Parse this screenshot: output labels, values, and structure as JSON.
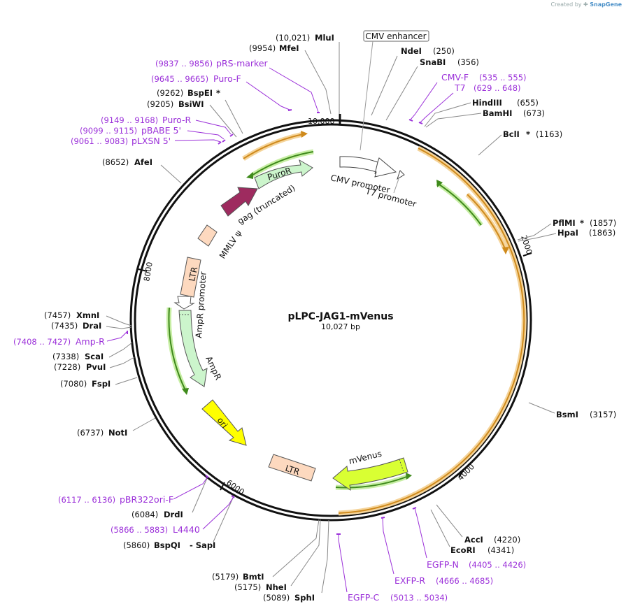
{
  "credit": {
    "prefix": "Created by",
    "brand": "SnapGene"
  },
  "plasmid": {
    "name": "pLPC-JAG1-mVenus",
    "size_label": "10,027 bp",
    "length": 10027
  },
  "ticks": [
    {
      "bp": 10000,
      "label": "10,000"
    },
    {
      "bp": 2000,
      "label": "2000"
    },
    {
      "bp": 4000,
      "label": "4000"
    },
    {
      "bp": 6000,
      "label": "6000"
    },
    {
      "bp": 8000,
      "label": "8000"
    }
  ],
  "features": [
    {
      "id": "cmv-enhancer",
      "label": "CMV enhancer",
      "boxed": true
    },
    {
      "id": "cmv-promoter",
      "label": "CMV promoter"
    },
    {
      "id": "t7-promoter",
      "label": "T7 promoter"
    },
    {
      "id": "puror",
      "label": "PuroR"
    },
    {
      "id": "gag",
      "label": "gag (truncated)"
    },
    {
      "id": "mmlv-psi",
      "label": "MMLV ψ"
    },
    {
      "id": "ltr-left",
      "label": "LTR"
    },
    {
      "id": "ampr-promoter",
      "label": "AmpR promoter"
    },
    {
      "id": "ampr",
      "label": "AmpR"
    },
    {
      "id": "ori",
      "label": "ori"
    },
    {
      "id": "ltr-bottom",
      "label": "LTR"
    },
    {
      "id": "mvenus",
      "label": "mVenus"
    }
  ],
  "sites": [
    {
      "name": "MluI",
      "pos": "(10,021)",
      "star": false
    },
    {
      "name": "MfeI",
      "pos": "(9954)",
      "star": false
    },
    {
      "name": "BspEI",
      "pos": "(9262)",
      "star": true
    },
    {
      "name": "BsiWI",
      "pos": "(9205)",
      "star": false
    },
    {
      "name": "AfeI",
      "pos": "(8652)",
      "star": false
    },
    {
      "name": "XmnI",
      "pos": "(7457)",
      "star": false
    },
    {
      "name": "DraI",
      "pos": "(7435)",
      "star": false
    },
    {
      "name": "ScaI",
      "pos": "(7338)",
      "star": false
    },
    {
      "name": "PvuI",
      "pos": "(7228)",
      "star": false
    },
    {
      "name": "FspI",
      "pos": "(7080)",
      "star": false
    },
    {
      "name": "NotI",
      "pos": "(6737)",
      "star": false
    },
    {
      "name": "DrdI",
      "pos": "(6084)",
      "star": false
    },
    {
      "name": "BspQI",
      "pos": "(5860)",
      "star": false,
      "extra": "- SapI"
    },
    {
      "name": "BmtI",
      "pos": "(5179)",
      "star": false
    },
    {
      "name": "NheI",
      "pos": "(5175)",
      "star": false
    },
    {
      "name": "SphI",
      "pos": "(5089)",
      "star": false
    },
    {
      "name": "NdeI",
      "pos": "(250)",
      "star": false
    },
    {
      "name": "SnaBI",
      "pos": "(356)",
      "star": false
    },
    {
      "name": "HindIII",
      "pos": "(655)",
      "star": false
    },
    {
      "name": "BamHI",
      "pos": "(673)",
      "star": false
    },
    {
      "name": "BclI",
      "pos": "(1163)",
      "star": true
    },
    {
      "name": "PflMI",
      "pos": "(1857)",
      "star": true
    },
    {
      "name": "HpaI",
      "pos": "(1863)",
      "star": false
    },
    {
      "name": "BsmI",
      "pos": "(3157)",
      "star": false
    },
    {
      "name": "AccI",
      "pos": "(4220)",
      "star": false
    },
    {
      "name": "EcoRI",
      "pos": "(4341)",
      "star": false
    }
  ],
  "primers": [
    {
      "name": "pRS-marker",
      "range": "(9837 .. 9856)"
    },
    {
      "name": "Puro-F",
      "range": "(9645 .. 9665)"
    },
    {
      "name": "Puro-R",
      "range": "(9149 .. 9168)"
    },
    {
      "name": "pBABE 5'",
      "range": "(9099 .. 9115)"
    },
    {
      "name": "pLXSN 5'",
      "range": "(9061 .. 9083)"
    },
    {
      "name": "Amp-R",
      "range": "(7408 .. 7427)"
    },
    {
      "name": "pBR322ori-F",
      "range": "(6117 .. 6136)"
    },
    {
      "name": "L4440",
      "range": "(5866 .. 5883)"
    },
    {
      "name": "EGFP-C",
      "range": "(5013 .. 5034)"
    },
    {
      "name": "EXFP-R",
      "range": "(4666 .. 4685)"
    },
    {
      "name": "EGFP-N",
      "range": "(4405 .. 4426)"
    },
    {
      "name": "CMV-F",
      "range": "(535 .. 555)"
    },
    {
      "name": "T7",
      "range": "(629 .. 648)"
    }
  ]
}
